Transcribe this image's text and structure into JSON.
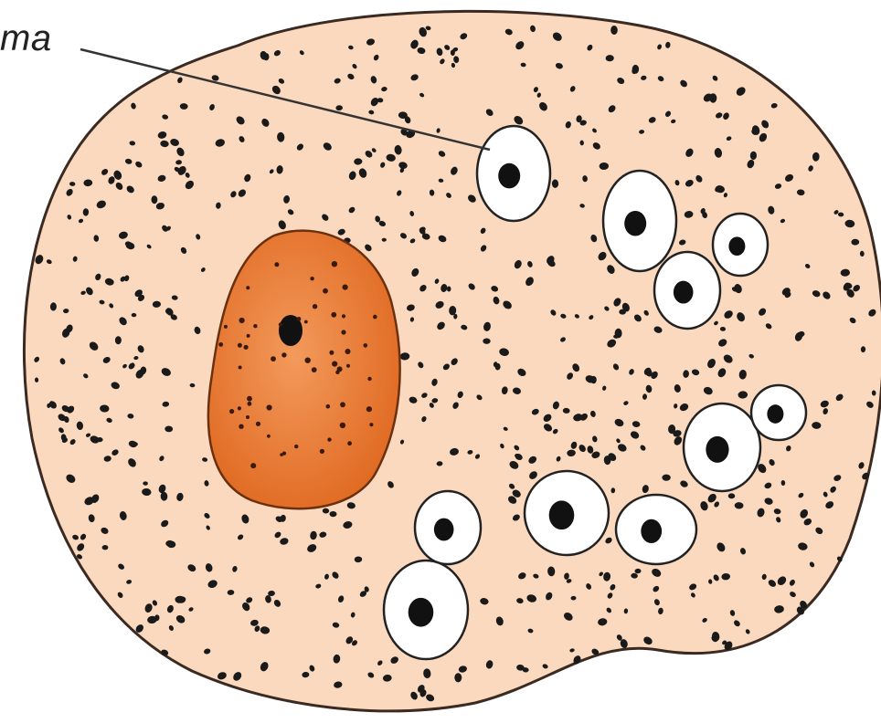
{
  "diagram": {
    "label_text": "ma",
    "colors": {
      "cell_fill": "#fbd9bf",
      "cell_stroke": "#3a2a22",
      "nucleus_fill": "#e6732e",
      "nucleus_highlight": "#f08a45",
      "nucleus_stroke": "#6a3010",
      "vacuole_fill": "#ffffff",
      "vacuole_stroke": "#222222",
      "granule": "#1a1a1a",
      "leader_line": "#333333"
    },
    "components": {
      "cell": "cell-body",
      "nucleus": "nucleus",
      "vacuole": "vacuole",
      "granule": "cytoplasmic-granule"
    }
  }
}
